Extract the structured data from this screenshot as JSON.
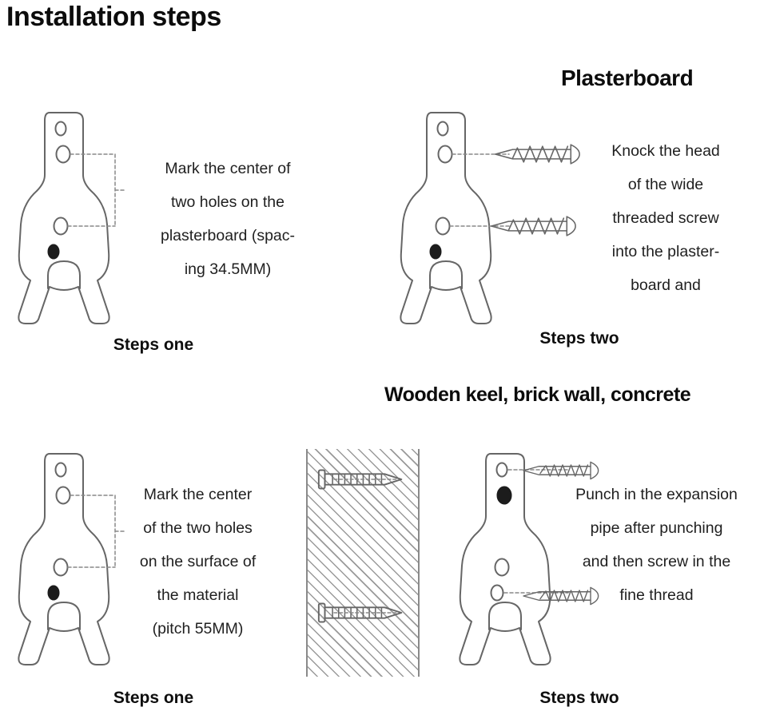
{
  "title": "Installation steps",
  "sections": {
    "plasterboard": "Plasterboard",
    "wooden": "Wooden keel, brick wall, concrete"
  },
  "plasterboard_step1": {
    "lines": [
      "Mark the center of",
      "two holes on the",
      "plasterboard (spac-",
      "ing 34.5MM)"
    ],
    "caption": "Steps one"
  },
  "plasterboard_step2": {
    "lines": [
      "Knock the head",
      "of the wide",
      "threaded screw",
      "into the plaster-",
      "board and"
    ],
    "caption": "Steps two"
  },
  "wooden_step1": {
    "lines": [
      "Mark the center",
      "of the two holes",
      "on the surface of",
      "the material",
      "(pitch 55MM)"
    ],
    "caption": "Steps one"
  },
  "wooden_step2": {
    "lines": [
      "Punch in the expansion",
      "pipe after punching",
      "and then screw in the",
      "fine thread"
    ],
    "caption": "Steps two"
  },
  "icons": {
    "hook": "wall-hook-bracket line drawing",
    "screw": "self-drilling drywall screw",
    "anchor": "plastic expansion anchor",
    "wall": "hatched wall cross-section"
  }
}
